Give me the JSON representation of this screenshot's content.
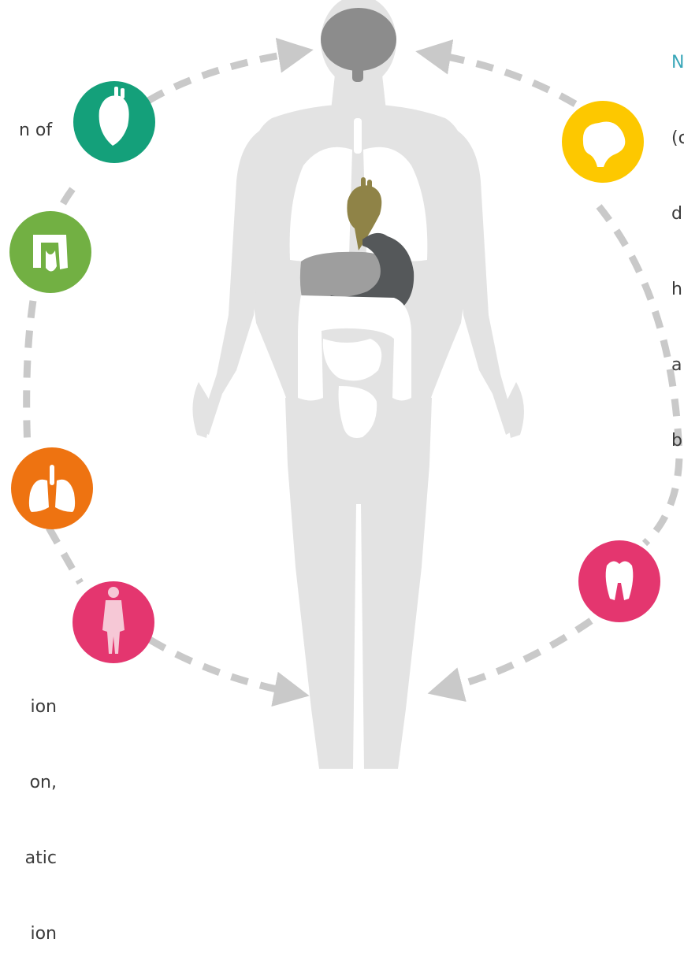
{
  "text_fragments": {
    "top_left": [
      "n of"
    ],
    "top_right_heading": "N",
    "top_right_lines": [
      "(c",
      "d",
      "h",
      "a",
      "b"
    ],
    "bottom_left_lines": [
      "ion",
      "on,",
      "atic",
      "ion"
    ]
  },
  "icons": [
    {
      "name": "heart-icon",
      "color": "#14a07a"
    },
    {
      "name": "intestine-icon",
      "color": "#72b043"
    },
    {
      "name": "lungs-icon",
      "color": "#ee7311"
    },
    {
      "name": "body-icon",
      "color": "#e4366f"
    },
    {
      "name": "brain-icon",
      "color": "#fdc800"
    },
    {
      "name": "tooth-icon",
      "color": "#e4366f"
    }
  ],
  "colors": {
    "body": "#e3e3e3",
    "dashed_cycle": "#c9c9c9",
    "brain": "#8c8c8c",
    "heart": "#8f8347",
    "liver": "#9e9e9e",
    "stomach": "#55585a",
    "intestine": "#ffffff",
    "lungs": "#ffffff"
  }
}
